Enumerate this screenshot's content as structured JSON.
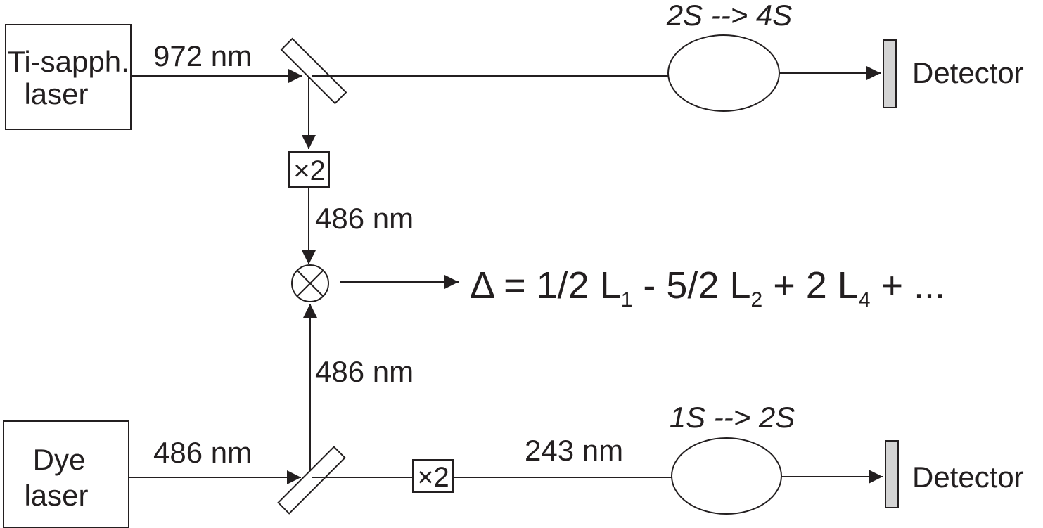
{
  "lasers": {
    "ti_sapph_line1": "Ti-sapph.",
    "ti_sapph_line2": "laser",
    "dye_line1": "Dye",
    "dye_line2": "laser"
  },
  "wavelengths": {
    "ti_sapph_output": "972 nm",
    "doubled_upper": "486 nm",
    "dye_to_mixer": "486 nm",
    "dye_output": "486 nm",
    "doubled_lower": "243 nm"
  },
  "doublers": {
    "upper": "×2",
    "lower": "×2"
  },
  "transitions": {
    "upper": "2S --> 4S",
    "lower": "1S --> 2S"
  },
  "detectors": {
    "upper": "Detector",
    "lower": "Detector"
  },
  "equation": {
    "part1": "Δ = 1/2 L",
    "sub1": "1",
    "part2": " - 5/2 L",
    "sub2": "2",
    "part3": " + 2 L",
    "sub3": "4",
    "part4": " + ..."
  },
  "colors": {
    "line": "#231f20",
    "detector_fill": "#d4d4d4",
    "background": "#ffffff"
  }
}
